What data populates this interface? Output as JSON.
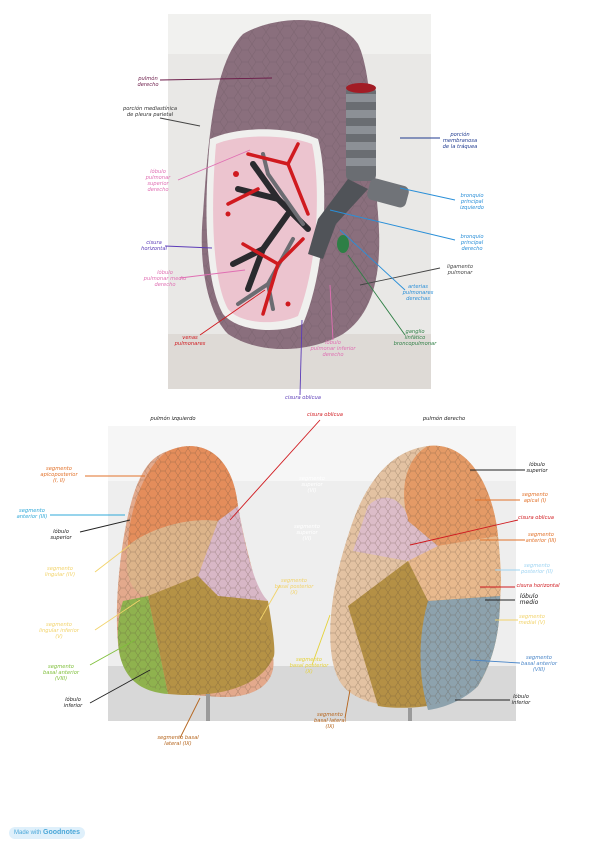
{
  "top_labels": {
    "pulmon_derecho": "pulmón\nderecho",
    "porcion_mediastinica": "porción mediastínica\nde pleura parietal",
    "lobulo_superior": "lóbulo\npulmonar\nsuperior derecho",
    "cisura_horizontal": "cisura\nhorizontal",
    "lobulo_medio": "lóbulo\npulmonar medio\nderecho",
    "venas_pulmonares": "venas\npulmonares",
    "cisura_oblicua": "cisura oblicua",
    "lobulo_inferior": "lóbulo\npulmonar inferior\nderecho",
    "porcion_membranosa": "porción\nmembranosa\nde la tráquea",
    "bronquio_izquierdo": "bronquio\nprincipal\nizquierdo",
    "bronquio_derecho": "bronquio\nprincipal\nderecho",
    "ligamento_pulmonar": "ligamento\npulmonar",
    "arterias_pulmonares": "arterias\npulmonares\nderechas",
    "ganglio_linfatico": "ganglio\nlinfático\nbroncopulmonar"
  },
  "bottom_labels": {
    "pulmon_izquierdo": "pulmón izquierdo",
    "pulmon_derecho": "pulmón derecho",
    "cisura_oblicua_top": "cisura oblicua",
    "seg_apicoposterior": "segmento\napicoposterior\n(I, II)",
    "seg_anterior_left": "segmento\nanterior (III)",
    "lobulo_superior_left": "lóbulo\nsuperior",
    "seg_lingular_sup": "segmento\nlingular (IV)",
    "seg_lingular_inf": "segmento\nlingular inferior\n(V)",
    "seg_basal_anterior_left": "segmento\nbasal anterior\n(VIII)",
    "lobulo_inferior_left": "lóbulo\ninferior",
    "seg_basal_lateral_left": "segmento basal\nlateral (IX)",
    "seg_superior_vi": "segmento\nsuperior\n(VI)",
    "seg_superior_vi_2": "segmento\nsuperior\n(VI)",
    "seg_basal_posterior_left": "segmento\nbasal posterior\n(X)",
    "seg_basal_posterior_mid": "segmento\nbasal posterior\n(X)",
    "seg_basal_lateral_mid": "segmento\nbasal lateral\n(IX)",
    "lobulo_superior_right": "lóbulo\nsuperior",
    "seg_apical": "segmento\napical (I)",
    "cisura_oblicua_right": "cisura oblicua",
    "seg_anterior_right": "segmento\nanterior (III)",
    "seg_posterior_ii": "segmento\nposterior (II)",
    "cisura_horizontal": "cisura horizontal",
    "lobulo_medio": "lóbulo\nmedio",
    "seg_medial": "segmento\nmedial (V)",
    "seg_basal_anterior_right": "segmento\nbasal anterior\n(VIII)",
    "lobulo_inferior_right": "lóbulo\ninferior"
  },
  "badge": {
    "prefix": "Made with",
    "brand": "Goodnotes"
  }
}
